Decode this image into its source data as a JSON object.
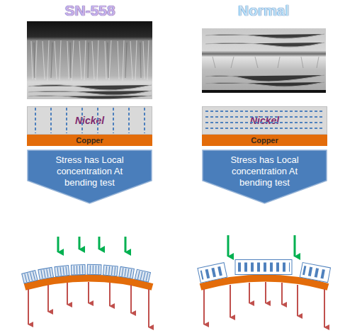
{
  "diagram": {
    "nodes": [
      {
        "text": [
          "Nickel"
        ]
      },
      {
        "text": [
          "Nickel"
        ]
      },
      {
        "text": [
          "Copper"
        ]
      },
      {
        "text": [
          "Copper"
        ]
      },
      {
        "text": [
          "Stress has Local concentration At bending test"
        ]
      },
      {
        "text": [
          "Stress has Local concentration At bending test"
        ]
      }
    ],
    "labels": [
      "SN-558",
      "Normal"
    ]
  }
}
